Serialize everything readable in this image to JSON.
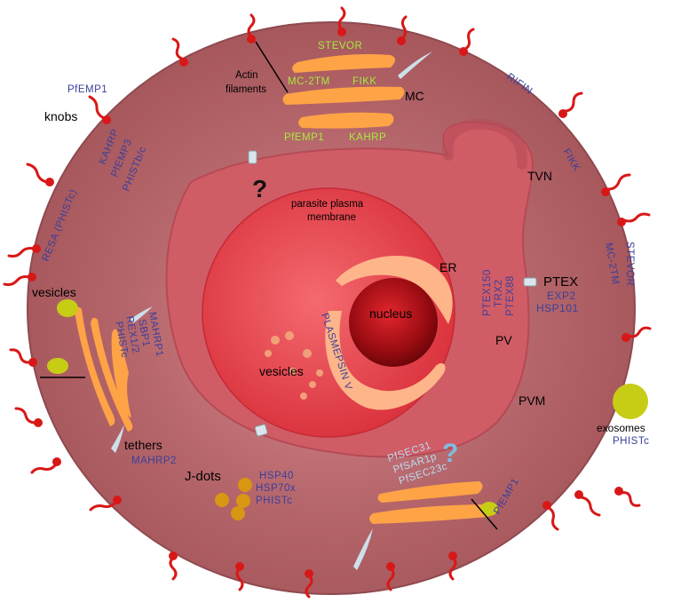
{
  "colors": {
    "cell_fill": "#ad5f64",
    "pv_fill": "#d45f6a",
    "parasite_fill": "#e2454f",
    "nucleus_fill": "#a81018",
    "organelle_orange": "#ffa347",
    "er_fill": "#ffb58a",
    "knob_red": "#d81818",
    "vesicle_yellow": "#c7cc15",
    "exported_text": "#3a3f9a",
    "mc_text": "#a6ec3c",
    "copii_text": "#b9dcf0"
  },
  "labels": {
    "knobs": "knobs",
    "pfemp1_knob": "PfEMP1",
    "kahrp": "KAHRP",
    "pfemp3": "PfEMP3",
    "phistbc": "PHISTb/c",
    "actin": "Actin",
    "filaments": "filaments",
    "stevor_mc": "STEVOR",
    "mc2tm_mc": "MC-2TM",
    "fikk_mc": "FIKK",
    "mc": "MC",
    "pfemp1_mc": "PfEMP1",
    "kahrp_mc": "KAHRP",
    "rifin": "RIFIN",
    "fikk": "FIKK",
    "tvn": "TVN",
    "question_dark": "?",
    "ppm_line1": "parasite plasma",
    "ppm_line2": "membrane",
    "stevor": "STEVOR",
    "mc2tm": "MC-2TM",
    "resa": "RESA (PHISTc)",
    "er": "ER",
    "ptex150": "PTEX150",
    "trx2": "TRX2",
    "ptex88": "PTEX88",
    "ptex": "PTEX",
    "exp2": "EXP2",
    "hsp101": "HSP101",
    "vesicles_left": "vesicles",
    "mahrp1": "MAHRP1",
    "sbp1": "SBP1",
    "rex12": "REX1/2",
    "phistc_mc": "PHISTc",
    "nucleus": "nucleus",
    "plasmepsin": "PLASMEPSIN V",
    "pv": "PV",
    "vesicles_inner": "vesicles",
    "pvm": "PVM",
    "exosomes": "exosomes",
    "phistc_exo": "PHISTc",
    "tethers": "tethers",
    "mahrp2": "MAHRP2",
    "pfsec31": "PfSEC31",
    "pfsar1p": "PfSAR1p",
    "pfsec23c": "PfSEC23c",
    "question_blue": "?",
    "pfemp1_bottom": "PfEMP1",
    "jdots": "J-dots",
    "hsp40": "HSP40",
    "hsp70x": "HSP70x",
    "phistc_jdots": "PHISTc"
  }
}
